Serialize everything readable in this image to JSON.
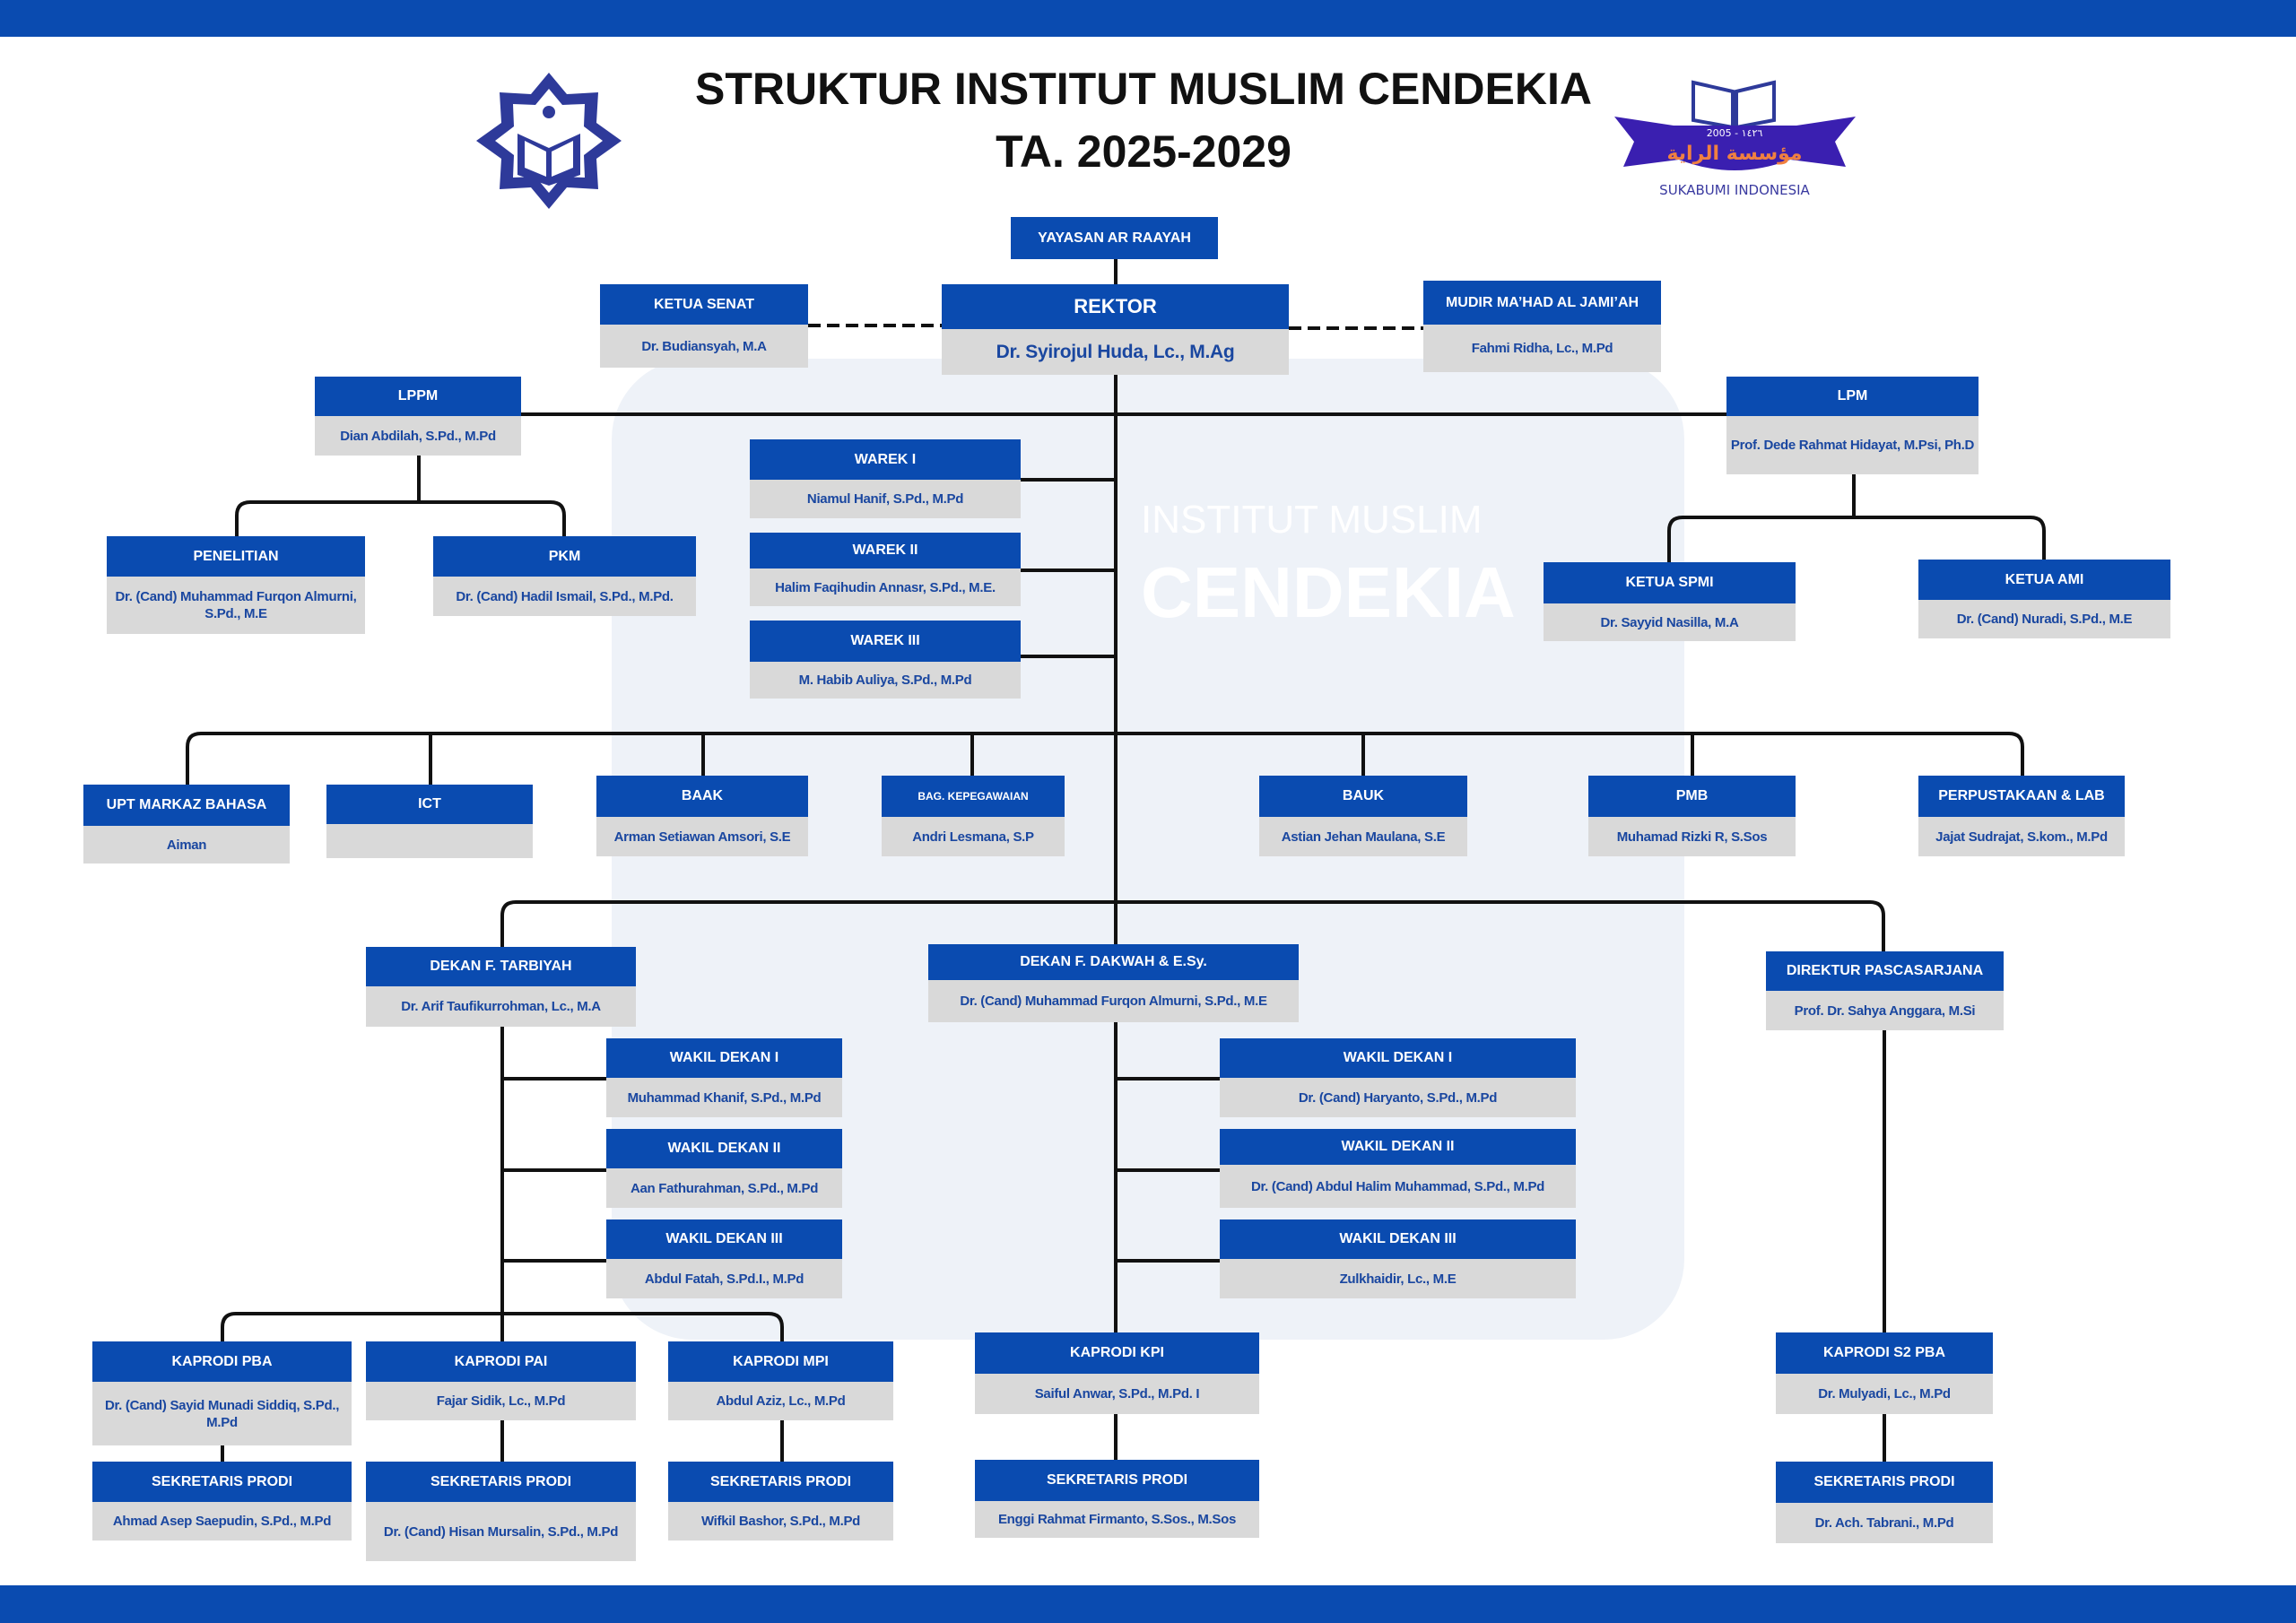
{
  "header": {
    "title_line1": "STRUKTUR INSTITUT MUSLIM CENDEKIA",
    "title_line2": "TA. 2025-2029",
    "right_logo_text": [
      "2005 - ١٤٢٦",
      "مؤسسة الراية",
      "SUKABUMI INDONESIA"
    ]
  },
  "watermark": {
    "line1": "INSTITUT MUSLIM",
    "line2": "CENDEKIA"
  },
  "colors": {
    "brand_blue": "#0a4bb0",
    "name_bg": "#d9d9d9",
    "name_text": "#1a47a0",
    "watermark_bg": "#eef2f8"
  },
  "boxes": {
    "yayasan": {
      "title": "YAYASAN AR RAAYAH"
    },
    "senat": {
      "title": "KETUA SENAT",
      "name": "Dr. Budiansyah, M.A"
    },
    "rektor": {
      "title": "REKTOR",
      "name": "Dr. Syirojul Huda, Lc., M.Ag"
    },
    "mudir": {
      "title": "MUDIR MA’HAD AL JAMI’AH",
      "name": "Fahmi Ridha, Lc., M.Pd"
    },
    "lppm": {
      "title": "LPPM",
      "name": "Dian Abdilah, S.Pd., M.Pd"
    },
    "lpm": {
      "title": "LPM",
      "name": "Prof. Dede Rahmat Hidayat, M.Psi, Ph.D"
    },
    "warek1": {
      "title": "WAREK I",
      "name": "Niamul Hanif, S.Pd., M.Pd"
    },
    "warek2": {
      "title": "WAREK II",
      "name": "Halim Faqihudin Annasr, S.Pd., M.E."
    },
    "warek3": {
      "title": "WAREK III",
      "name": "M. Habib Auliya, S.Pd., M.Pd"
    },
    "penelitian": {
      "title": "PENELITIAN",
      "name": "Dr. (Cand) Muhammad Furqon Almurni, S.Pd., M.E"
    },
    "pkm": {
      "title": "PKM",
      "name": "Dr. (Cand) Hadil Ismail, S.Pd., M.Pd."
    },
    "spmi": {
      "title": "KETUA SPMI",
      "name": "Dr. Sayyid Nasilla, M.A"
    },
    "ami": {
      "title": "KETUA AMI",
      "name": "Dr. (Cand) Nuradi, S.Pd., M.E"
    },
    "upt": {
      "title": "UPT MARKAZ BAHASA",
      "name": "Aiman"
    },
    "ict": {
      "title": "ICT",
      "name": ""
    },
    "baak": {
      "title": "BAAK",
      "name": "Arman Setiawan Amsori, S.E"
    },
    "kepeg": {
      "title": "BAG. KEPEGAWAIAN",
      "name": "Andri Lesmana, S.P"
    },
    "bauk": {
      "title": "BAUK",
      "name": "Astian Jehan Maulana, S.E"
    },
    "pmb": {
      "title": "PMB",
      "name": "Muhamad Rizki R, S.Sos"
    },
    "perpus": {
      "title": "PERPUSTAKAAN & LAB",
      "name": "Jajat Sudrajat, S.kom., M.Pd"
    },
    "dekan_tarbiyah": {
      "title": "DEKAN F. TARBIYAH",
      "name": "Dr. Arif Taufikurrohman, Lc., M.A"
    },
    "dekan_dakwah": {
      "title": "DEKAN F. DAKWAH & E.Sy.",
      "name": "Dr. (Cand) Muhammad Furqon Almurni, S.Pd., M.E"
    },
    "direktur": {
      "title": "DIREKTUR PASCASARJANA",
      "name": "Prof. Dr. Sahya Anggara, M.Si"
    },
    "wdt1": {
      "title": "WAKIL DEKAN I",
      "name": "Muhammad Khanif, S.Pd., M.Pd"
    },
    "wdt2": {
      "title": "WAKIL DEKAN II",
      "name": "Aan Fathurahman, S.Pd., M.Pd"
    },
    "wdt3": {
      "title": "WAKIL DEKAN III",
      "name": "Abdul Fatah, S.Pd.I., M.Pd"
    },
    "wdd1": {
      "title": "WAKIL DEKAN I",
      "name": "Dr. (Cand) Haryanto, S.Pd., M.Pd"
    },
    "wdd2": {
      "title": "WAKIL DEKAN II",
      "name": "Dr. (Cand) Abdul Halim Muhammad, S.Pd., M.Pd"
    },
    "wdd3": {
      "title": "WAKIL DEKAN III",
      "name": "Zulkhaidir, Lc., M.E"
    },
    "kpba": {
      "title": "KAPRODI PBA",
      "name": "Dr. (Cand) Sayid Munadi Siddiq, S.Pd., M.Pd"
    },
    "kpai": {
      "title": "KAPRODI PAI",
      "name": "Fajar Sidik, Lc., M.Pd"
    },
    "kmpi": {
      "title": "KAPRODI MPI",
      "name": "Abdul Aziz, Lc., M.Pd"
    },
    "kkpi": {
      "title": "KAPRODI KPI",
      "name": "Saiful Anwar, S.Pd., M.Pd. I"
    },
    "ks2": {
      "title": "KAPRODI S2 PBA",
      "name": "Dr. Mulyadi, Lc., M.Pd"
    },
    "spba": {
      "title": "SEKRETARIS PRODI",
      "name": "Ahmad Asep Saepudin, S.Pd., M.Pd"
    },
    "spai": {
      "title": "SEKRETARIS PRODI",
      "name": "Dr. (Cand) Hisan Mursalin, S.Pd., M.Pd"
    },
    "smpi": {
      "title": "SEKRETARIS PRODI",
      "name": "Wifkil Bashor, S.Pd., M.Pd"
    },
    "skpi": {
      "title": "SEKRETARIS PRODI",
      "name": "Enggi Rahmat Firmanto, S.Sos., M.Sos"
    },
    "ss2": {
      "title": "SEKRETARIS PRODI",
      "name": "Dr. Ach. Tabrani., M.Pd"
    }
  }
}
